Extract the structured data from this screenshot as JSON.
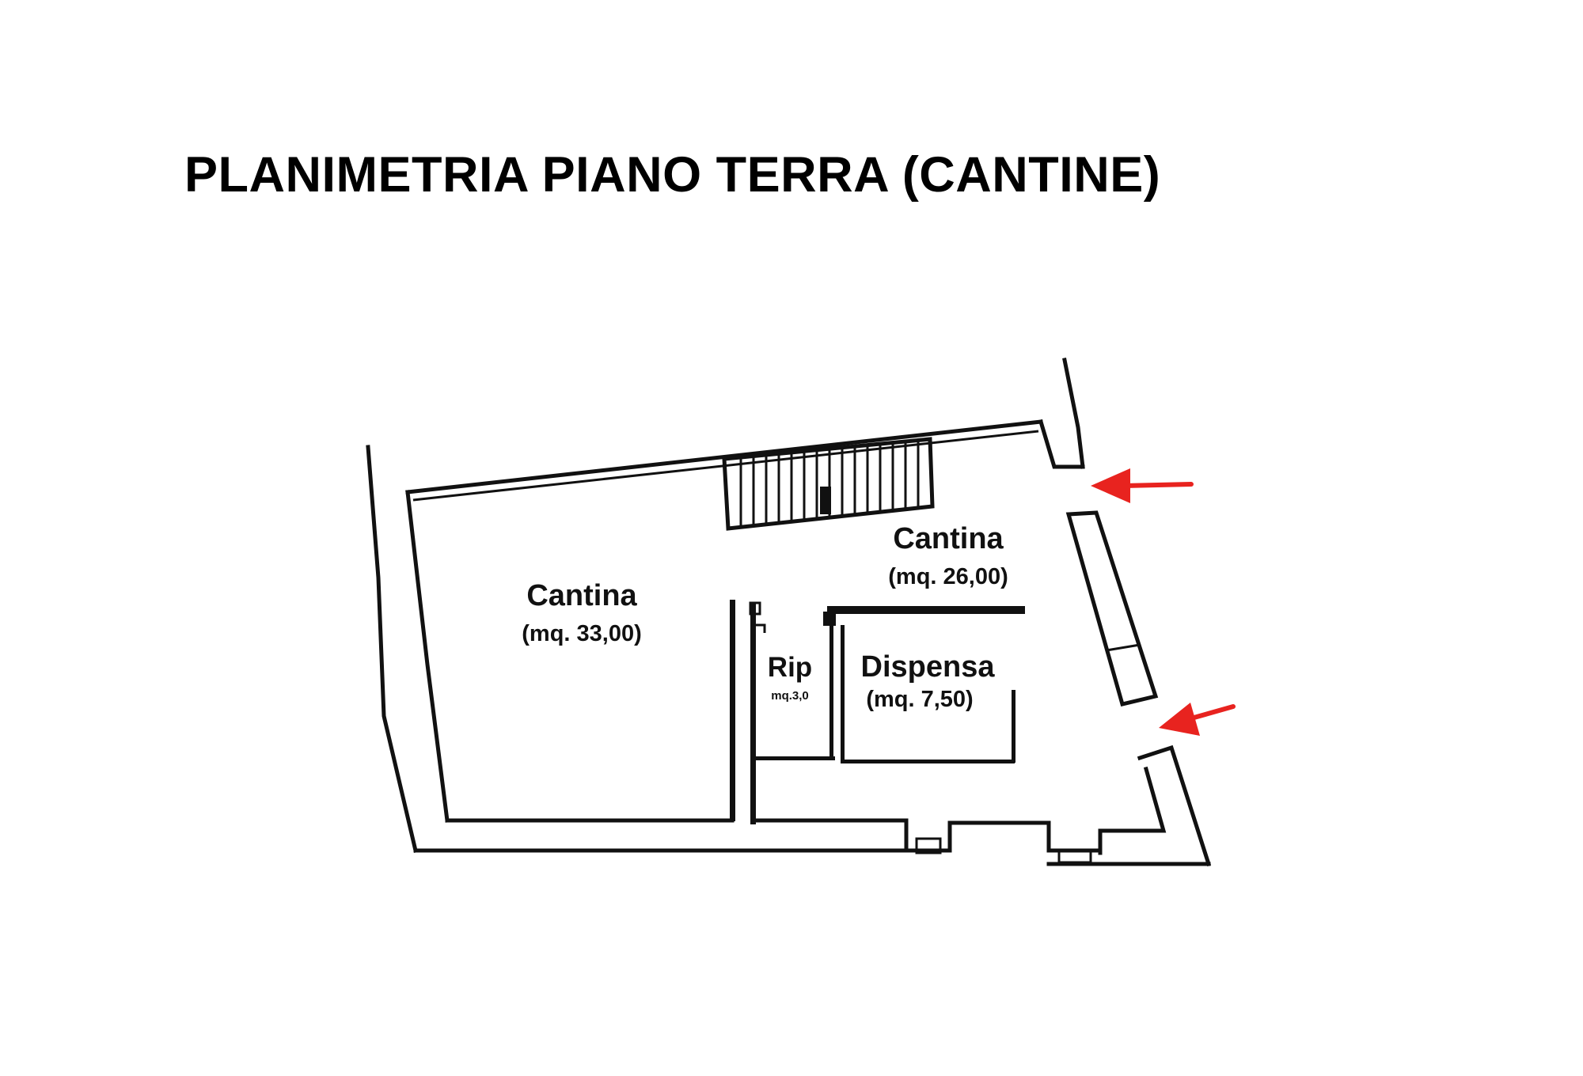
{
  "title": "PLANIMETRIA PIANO TERRA (CANTINE)",
  "colors": {
    "walls": "#111111",
    "entrance_arrows": "#e8231f",
    "background": "#ffffff"
  },
  "rooms": {
    "cantina_left": {
      "name": "Cantina",
      "area": "(mq. 33,00)"
    },
    "cantina_right": {
      "name": "Cantina",
      "area": "(mq. 26,00)"
    },
    "ripostiglio": {
      "name": "Rip",
      "area": "mq.3,0"
    },
    "dispensa": {
      "name": "Dispensa",
      "area": "(mq. 7,50)"
    }
  },
  "entrances": [
    {
      "name": "entrance-arrow-top",
      "icon": "arrow-left-icon"
    },
    {
      "name": "entrance-arrow-bottom",
      "icon": "arrow-left-icon"
    }
  ]
}
